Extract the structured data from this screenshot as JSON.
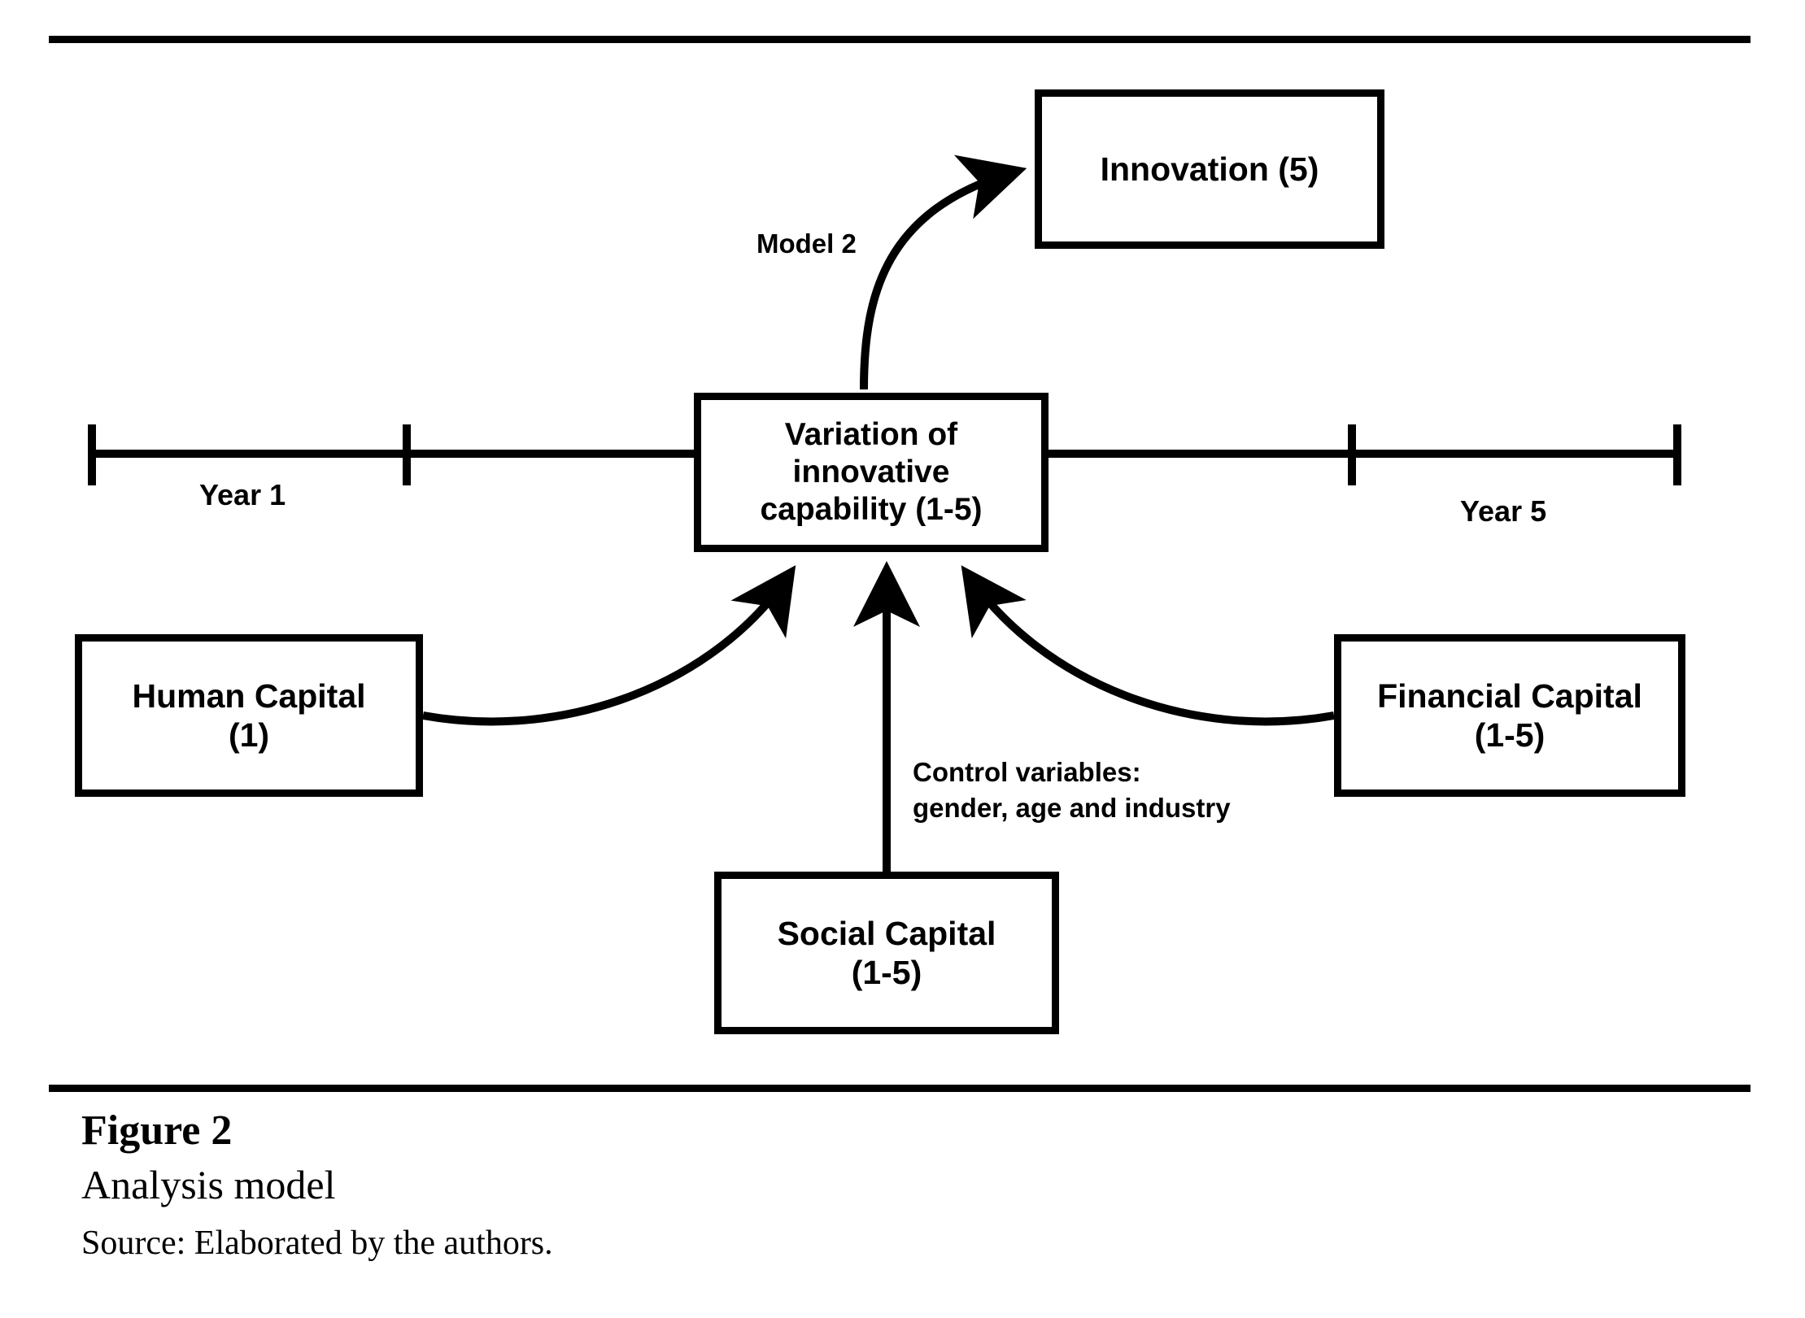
{
  "figure": {
    "caption_number": "Figure 2",
    "caption_title": "Analysis model",
    "caption_source": "Source: Elaborated by the authors.",
    "accent_color": "#000000",
    "background_color": "#ffffff"
  },
  "diagram": {
    "type": "conceptual-model-diagram",
    "nodes": [
      {
        "id": "innovation",
        "label_line1": "Innovation (5)",
        "label_line2": ""
      },
      {
        "id": "variation",
        "label_line1": "Variation of",
        "label_line2": "innovative",
        "label_line3": "capability (1-5)"
      },
      {
        "id": "human_capital",
        "label_line1": "Human Capital",
        "label_line2": "(1)"
      },
      {
        "id": "financial_capital",
        "label_line1": "Financial Capital",
        "label_line2": "(1-5)"
      },
      {
        "id": "social_capital",
        "label_line1": "Social Capital",
        "label_line2": "(1-5)"
      }
    ],
    "edge_labels": {
      "model2": "Model 2",
      "control_variables_line1": "Control variables:",
      "control_variables_line2": "gender, age and industry"
    },
    "timeline": {
      "start_label": "Year 1",
      "end_label": "Year 5"
    }
  }
}
